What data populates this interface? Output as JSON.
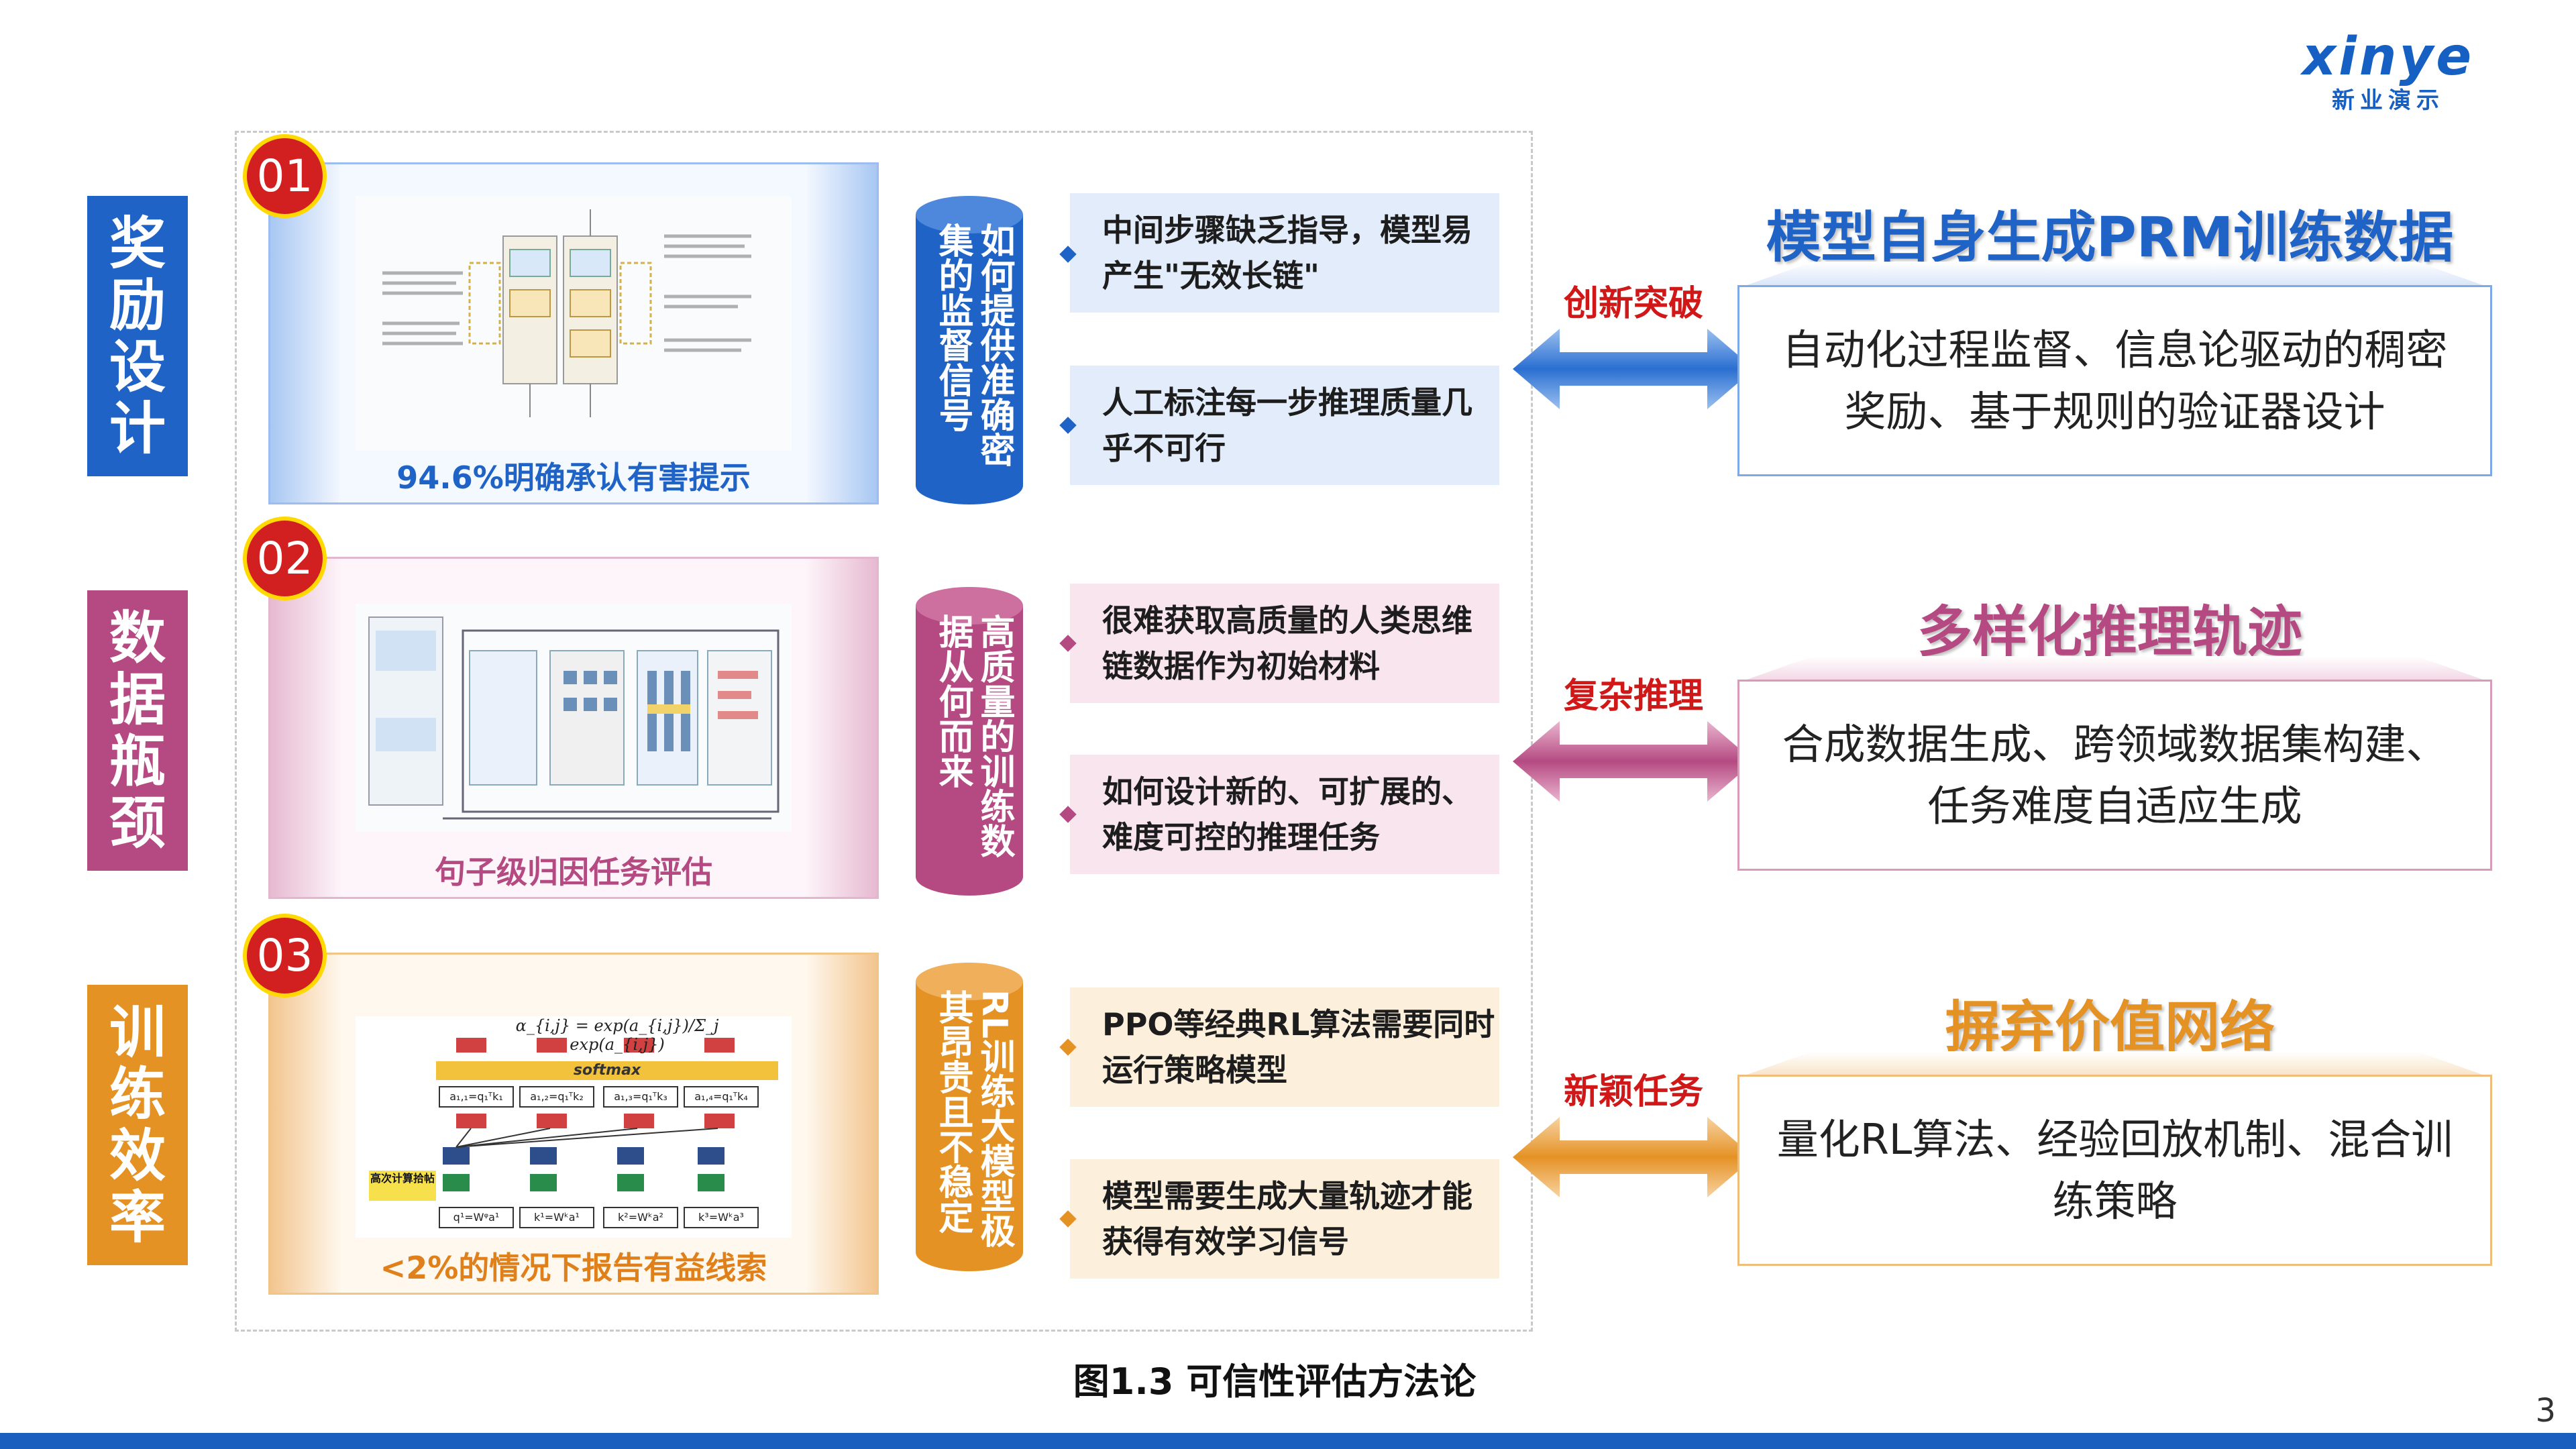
{
  "logo": {
    "word": "xinye",
    "sub": "新业演示"
  },
  "figure_caption": "图1.3 可信性评估方法论",
  "page_number": "3",
  "colors": {
    "blue": "#1f63c6",
    "pink": "#b54a82",
    "orange": "#e59225",
    "red": "#d01818"
  },
  "rows": [
    {
      "side_label": [
        "奖",
        "励",
        "设",
        "计"
      ],
      "number": "01",
      "image_caption": "94.6%明确承认有害提示",
      "cylinder_text": [
        "如何提供准确密",
        "集的监督信号"
      ],
      "questions": [
        "中间步骤缺乏指导，模型易产生\"无效长链\"",
        "人工标注每一步推理质量几乎不可行"
      ],
      "tag": "创新突破",
      "result_title": "模型自身生成PRM训练数据",
      "result_text": "自动化过程监督、信息论驱动的稠密奖励、基于规则的验证器设计"
    },
    {
      "side_label": [
        "数",
        "据",
        "瓶",
        "颈"
      ],
      "number": "02",
      "image_caption": "句子级归因任务评估",
      "cylinder_text": [
        "高质量的训练数",
        "据从何而来"
      ],
      "questions": [
        "很难获取高质量的人类思维链数据作为初始材料",
        "如何设计新的、可扩展的、难度可控的推理任务"
      ],
      "tag": "复杂推理",
      "result_title": "多样化推理轨迹",
      "result_text": "合成数据生成、跨领域数据集构建、任务难度自适应生成"
    },
    {
      "side_label": [
        "训",
        "练",
        "效",
        "率"
      ],
      "number": "03",
      "image_caption": "<2%的情况下报告有益线索",
      "cylinder_text": [
        "RL训练大模型极",
        "其昂贵且不稳定"
      ],
      "questions": [
        "PPO等经典RL算法需要同时运行策略模型",
        "模型需要生成大量轨迹才能获得有效学习信号"
      ],
      "tag": "新颖任务",
      "result_title": "摒弃价值网络",
      "result_text": "量化RL算法、经验回放机制、混合训练策略"
    }
  ],
  "img3": {
    "formula": "α_{i,j} = exp(a_{i,j})/Σ_j exp(a_{i,j})",
    "softmax": "softmax",
    "badge": "高次计算拾帖",
    "scores": [
      "a₁,₁=q₁ᵀk₁",
      "a₁,₂=q₁ᵀk₂",
      "a₁,₃=q₁ᵀk₃",
      "a₁,₄=q₁ᵀk₄"
    ],
    "qrow": [
      "q¹=Wᵠa¹",
      "k¹=Wᵏa¹",
      "k²=Wᵏa²",
      "k³=Wᵏa³"
    ]
  }
}
